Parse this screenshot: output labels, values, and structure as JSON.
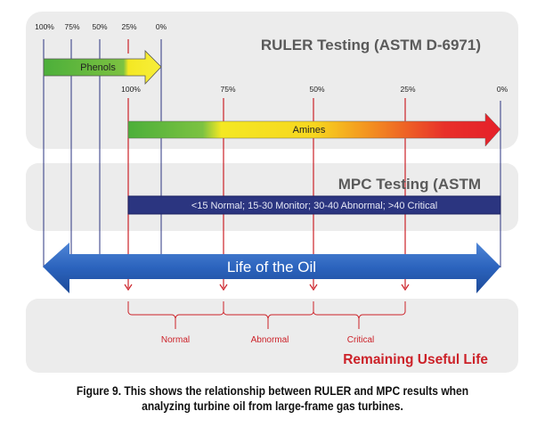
{
  "ruler": {
    "title": "RULER Testing (ASTM D-6971)",
    "phenols_ticks": [
      "100%",
      "75%",
      "50%",
      "25%",
      "0%"
    ],
    "phenols_label": "Phenols",
    "amines_ticks": [
      "100%",
      "75%",
      "50%",
      "25%",
      "0%"
    ],
    "amines_label": "Amines"
  },
  "mpc": {
    "title": "MPC Testing (ASTM",
    "scale": "<15 Normal; 15-30 Monitor; 30-40 Abnormal; >40 Critical"
  },
  "life": {
    "label": "Life of the Oil"
  },
  "remaining": {
    "categories": [
      "Normal",
      "Abnormal",
      "Critical"
    ],
    "title": "Remaining Useful Life"
  },
  "caption": {
    "line1": "Figure 9. This shows the relationship between RULER and MPC results when",
    "line2": "analyzing turbine oil from large-frame gas turbines."
  },
  "colors": {
    "panel": "#ececec",
    "blue": "#2a5db0",
    "red": "#cc2229",
    "navy": "#2b3580"
  }
}
